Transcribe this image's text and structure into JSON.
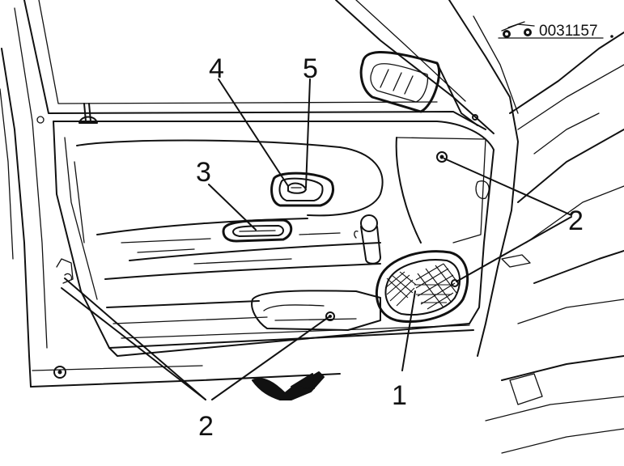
{
  "reference_code": "0031157",
  "callouts": {
    "c1": "1",
    "c2_right": "2",
    "c2_bottom": "2",
    "c3": "3",
    "c4": "4",
    "c5": "5"
  },
  "icons": {
    "reference_mark": "car-wheels-icon",
    "rotation_arrow": "curved-arrow-icon"
  }
}
